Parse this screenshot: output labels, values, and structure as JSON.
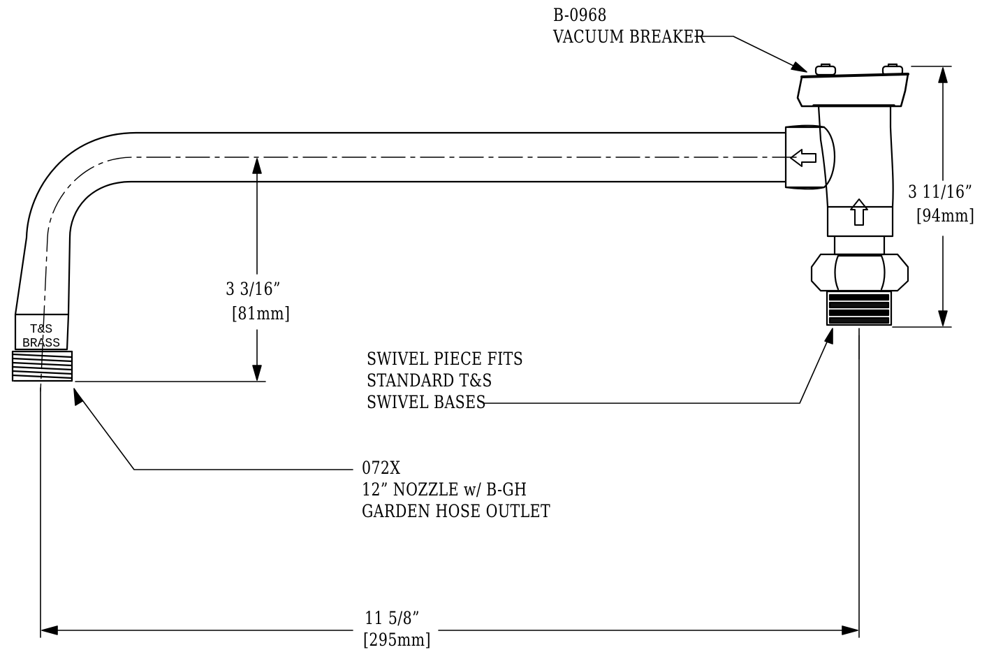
{
  "labels": {
    "vacuum_breaker_code": "B-0968",
    "vacuum_breaker_name": "VACUUM BREAKER",
    "height_dim": "3 11/16”",
    "height_dim_metric": "[94mm]",
    "rise_dim": "3 3/16”",
    "rise_dim_metric": "[81mm]",
    "swivel_note_1": "SWIVEL PIECE FITS",
    "swivel_note_2": "STANDARD T&S",
    "swivel_note_3": "SWIVEL BASES",
    "nozzle_code": "072X",
    "nozzle_desc": "12” NOZZLE w/ B-GH",
    "nozzle_outlet": "GARDEN HOSE OUTLET",
    "length_dim": "11 5/8”",
    "length_dim_metric": "[295mm]",
    "brand_line_1": "T&S",
    "brand_line_2": "BRASS"
  }
}
